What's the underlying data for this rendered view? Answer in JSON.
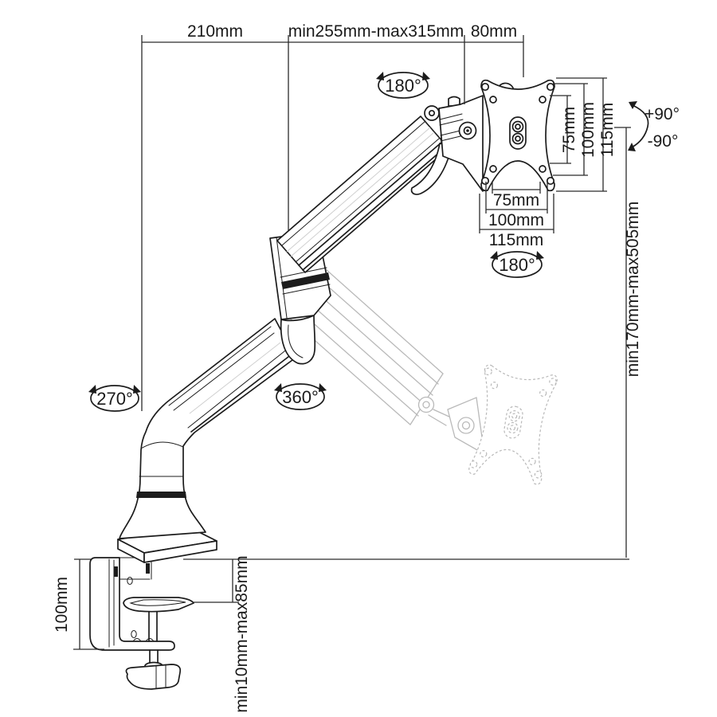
{
  "colors": {
    "background": "#ffffff",
    "ink": "#1c1c1c",
    "ghost_ink": "#b9b9b9",
    "dimension_ink": "#2b2b2b"
  },
  "labels": {
    "top_left": "210mm",
    "top_mid": "min255mm-max315mm",
    "top_right": "80mm",
    "head_swivel": "180°",
    "vesa_v_inner": "75mm",
    "vesa_v_mid": "100mm",
    "vesa_v_outer": "115mm",
    "tilt_up": "+90°",
    "tilt_down": "-90°",
    "vesa_h_inner": "75mm",
    "vesa_h_mid": "100mm",
    "vesa_h_outer": "115mm",
    "plate_rotation": "180°",
    "base_rotation": "270°",
    "arm_rotation": "360°",
    "height_range": "min170mm-max505mm",
    "clamp_height": "100mm",
    "desk_thickness": "min10mm-max85mm"
  }
}
